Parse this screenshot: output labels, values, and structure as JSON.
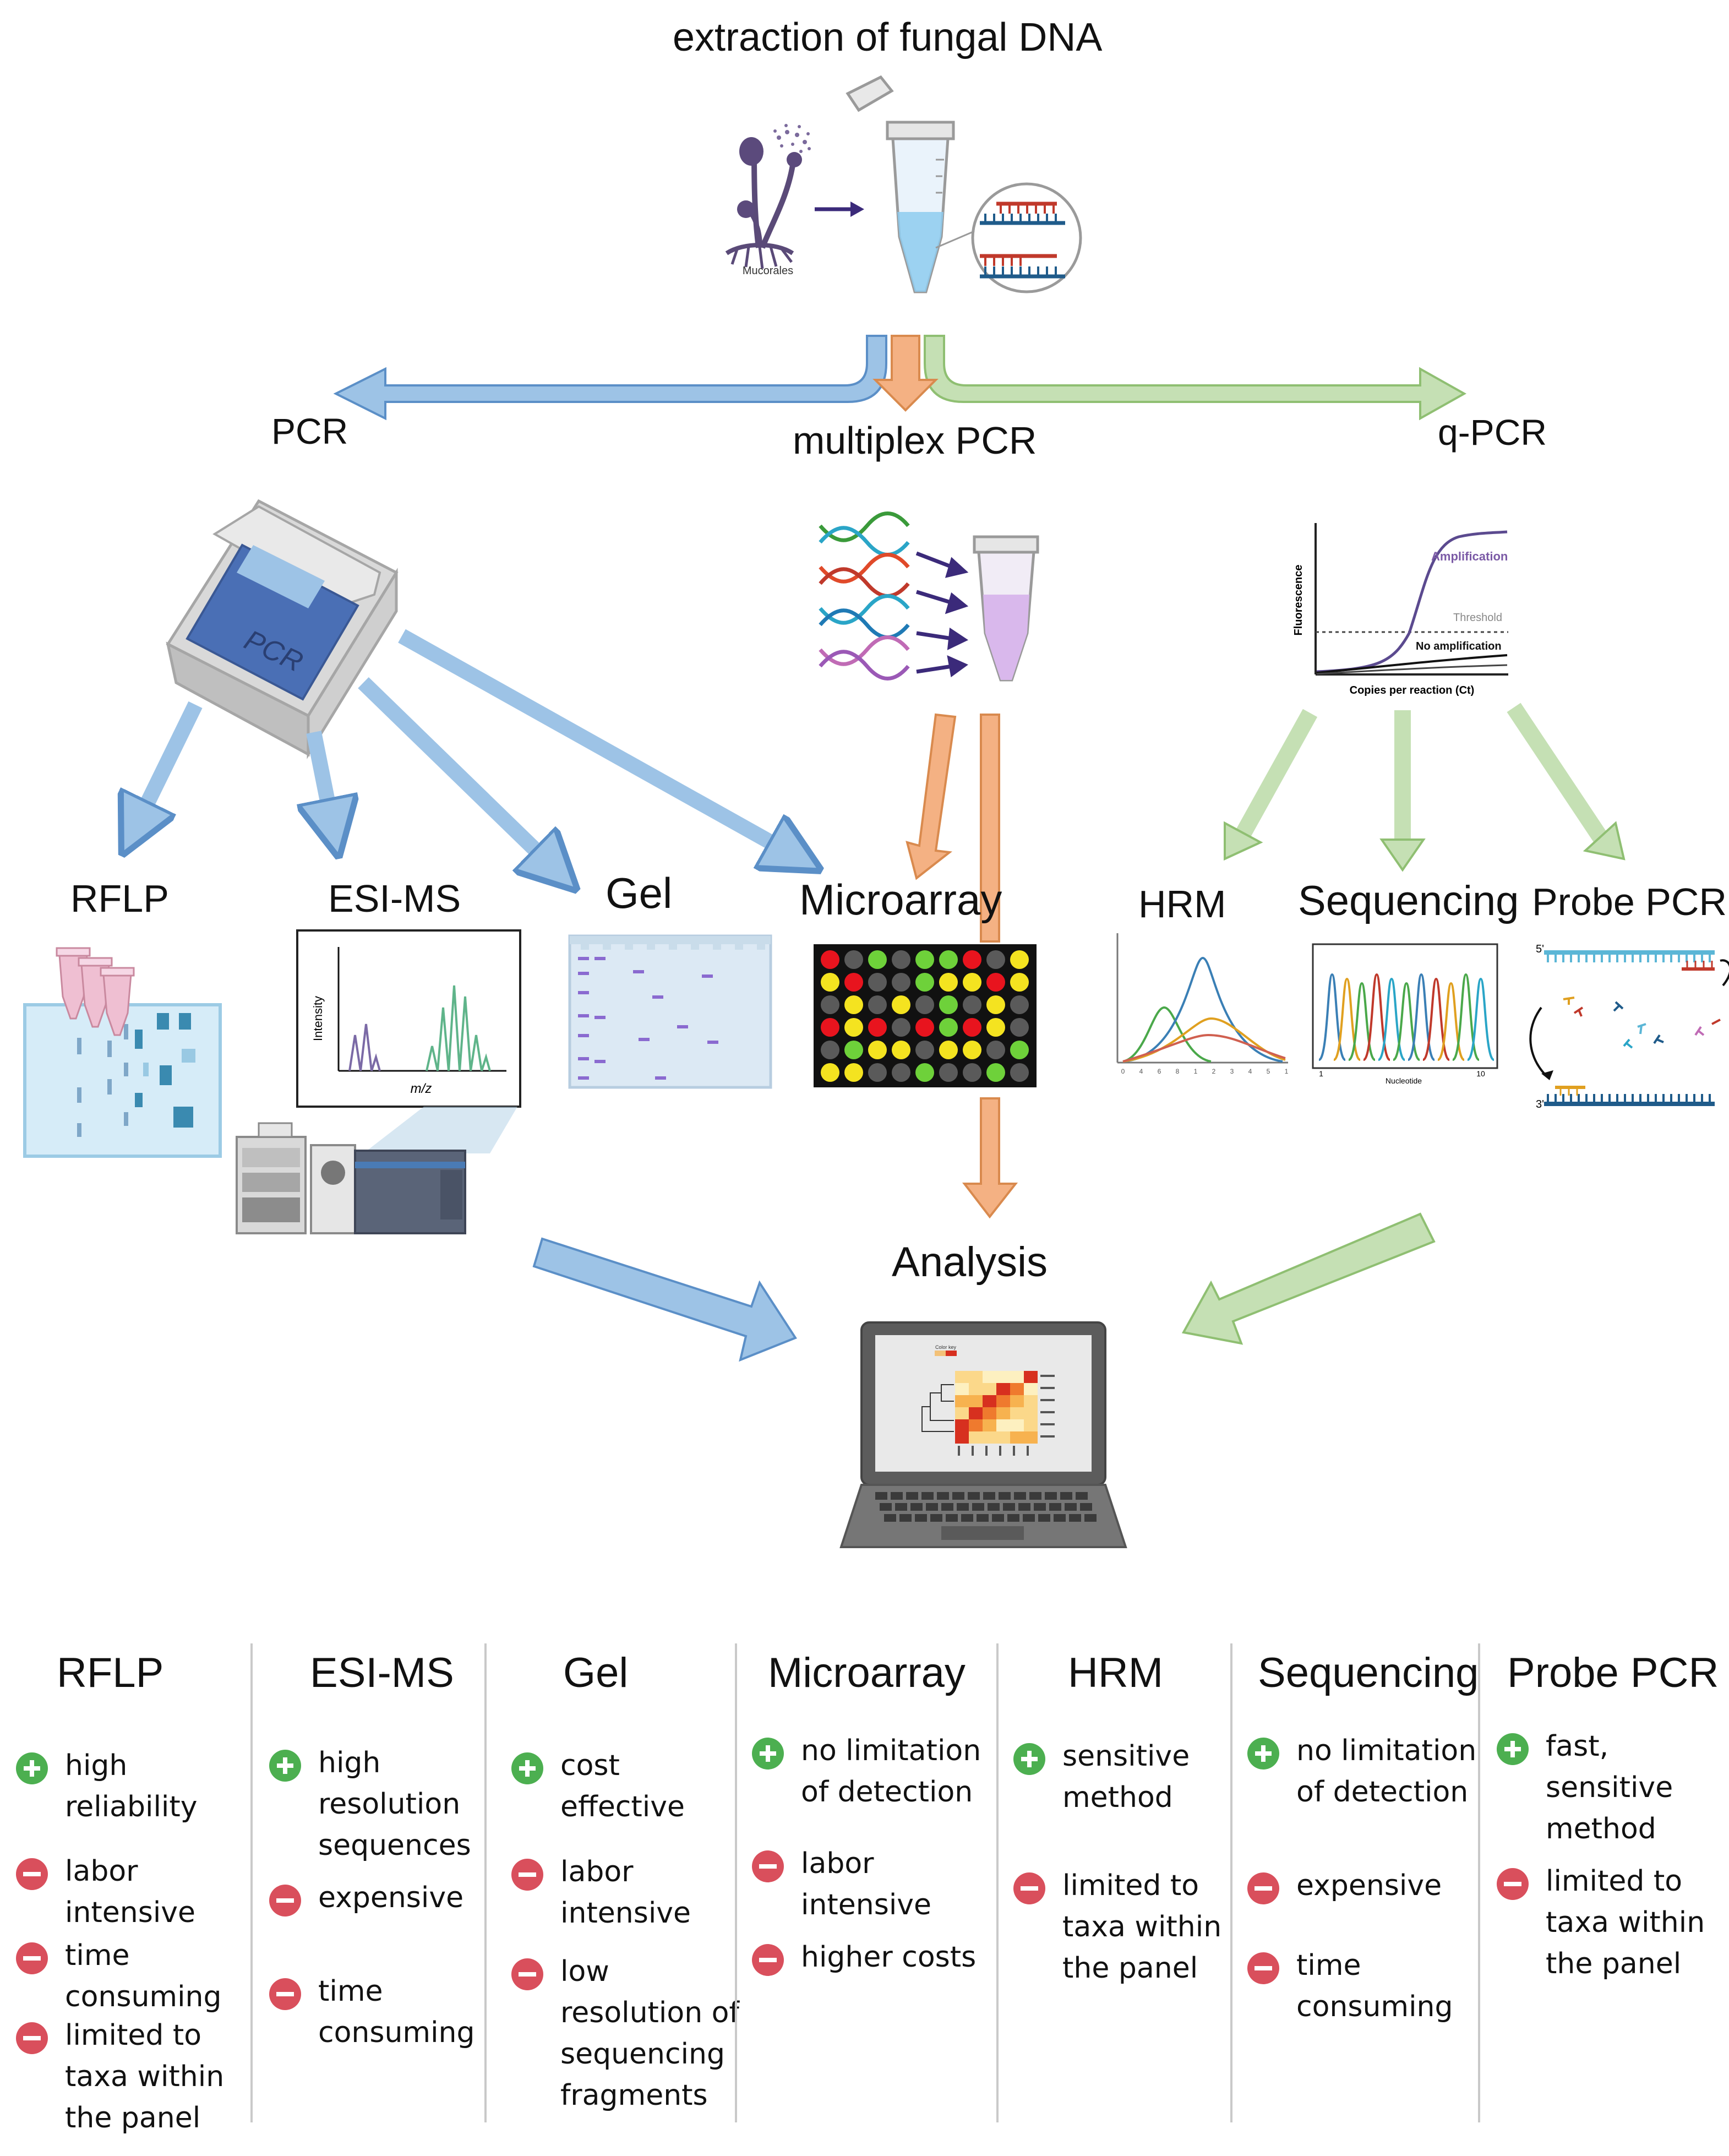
{
  "diagram": {
    "title": "extraction of fungal DNA",
    "organism_label": "Mucorales",
    "branches": {
      "left": "PCR",
      "middle": "multiplex PCR",
      "right": "q-PCR"
    },
    "methods": {
      "rflp": "RFLP",
      "esims": "ESI-MS",
      "gel": "Gel",
      "microarray": "Microarray",
      "hrm": "HRM",
      "sequencing": "Sequencing",
      "probe_pcr": "Probe PCR"
    },
    "pcr_machine_label": "PCR",
    "esims_chart": {
      "ylabel": "Intensity",
      "xlabel": "m/z"
    },
    "qpcr_chart": {
      "ylabel": "Fluorescence",
      "xlabel": "Copies per reaction (Ct)",
      "amplification": "Amplification",
      "threshold": "Threshold",
      "no_amplification": "No amplification"
    },
    "hrm_axis_ticks": [
      "0",
      "4",
      "6",
      "8",
      "1",
      "2",
      "3",
      "4",
      "5",
      "1"
    ],
    "seq_chart": {
      "xlabel": "Nucleotide",
      "tick_start": "1",
      "tick_end": "10"
    },
    "probe_labels": {
      "five_prime": "5'",
      "three_prime": "3'"
    },
    "analysis": "Analysis",
    "heatmap_title": "Color key",
    "colors": {
      "blue_arrow": "#9dc3e6",
      "blue_arrow_stroke": "#5b8fc7",
      "orange_arrow": "#f4b183",
      "orange_arrow_stroke": "#d98a4e",
      "green_arrow": "#c5e0b4",
      "green_arrow_stroke": "#8fbf72",
      "plus": "#4caf50",
      "minus": "#d94f5c"
    }
  },
  "comparison": [
    {
      "title": "RFLP",
      "items": [
        {
          "kind": "plus",
          "lines": [
            "high",
            "reliability"
          ]
        },
        {
          "kind": "minus",
          "lines": [
            "labor",
            "intensive"
          ]
        },
        {
          "kind": "minus",
          "lines": [
            "time",
            "consuming"
          ]
        },
        {
          "kind": "minus",
          "lines": [
            "limited to",
            "taxa within",
            "the panel"
          ]
        }
      ]
    },
    {
      "title": "ESI-MS",
      "items": [
        {
          "kind": "plus",
          "lines": [
            "high",
            "resolution",
            "sequences"
          ]
        },
        {
          "kind": "minus",
          "lines": [
            "expensive"
          ]
        },
        {
          "kind": "minus",
          "lines": [
            "time",
            "consuming"
          ]
        }
      ]
    },
    {
      "title": "Gel",
      "items": [
        {
          "kind": "plus",
          "lines": [
            "cost",
            "effective"
          ]
        },
        {
          "kind": "minus",
          "lines": [
            "labor",
            "intensive"
          ]
        },
        {
          "kind": "minus",
          "lines": [
            "low",
            "resolution of",
            "sequencing",
            "fragments"
          ]
        }
      ]
    },
    {
      "title": "Microarray",
      "items": [
        {
          "kind": "plus",
          "lines": [
            "no limitation",
            "of detection"
          ]
        },
        {
          "kind": "minus",
          "lines": [
            "labor",
            "intensive"
          ]
        },
        {
          "kind": "minus",
          "lines": [
            "higher costs"
          ]
        }
      ]
    },
    {
      "title": "HRM",
      "items": [
        {
          "kind": "plus",
          "lines": [
            "sensitive",
            "method"
          ]
        },
        {
          "kind": "minus",
          "lines": [
            "limited to",
            "taxa within",
            "the panel"
          ]
        }
      ]
    },
    {
      "title": "Sequencing",
      "items": [
        {
          "kind": "plus",
          "lines": [
            "no limitation",
            "of detection"
          ]
        },
        {
          "kind": "minus",
          "lines": [
            "expensive"
          ]
        },
        {
          "kind": "minus",
          "lines": [
            "time",
            "consuming"
          ]
        }
      ]
    },
    {
      "title": "Probe PCR",
      "items": [
        {
          "kind": "plus",
          "lines": [
            "fast,",
            "sensitive",
            "method"
          ]
        },
        {
          "kind": "minus",
          "lines": [
            "limited to",
            "taxa within",
            "the panel"
          ]
        }
      ]
    }
  ]
}
